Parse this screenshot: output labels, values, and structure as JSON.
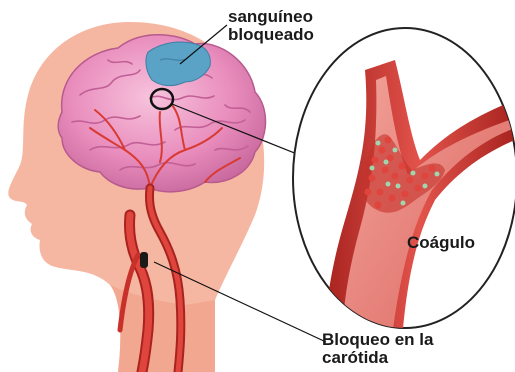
{
  "labels": {
    "blocked_flow": [
      "sanguíneo",
      "bloqueado"
    ],
    "clot": "Coágulo",
    "carotid_block": [
      "Bloqueo en la",
      "carótida"
    ]
  },
  "colors": {
    "skin": "#f6b7a2",
    "skin_dark": "#e89a85",
    "brain": "#ec9ac3",
    "brain_dark": "#c7679c",
    "vessel": "#d83b34",
    "vessel_dark": "#a8231f",
    "blocked_area": "#5aa3c7",
    "clot_red": "#e0453d",
    "clot_green": "#9fd6b0"
  }
}
